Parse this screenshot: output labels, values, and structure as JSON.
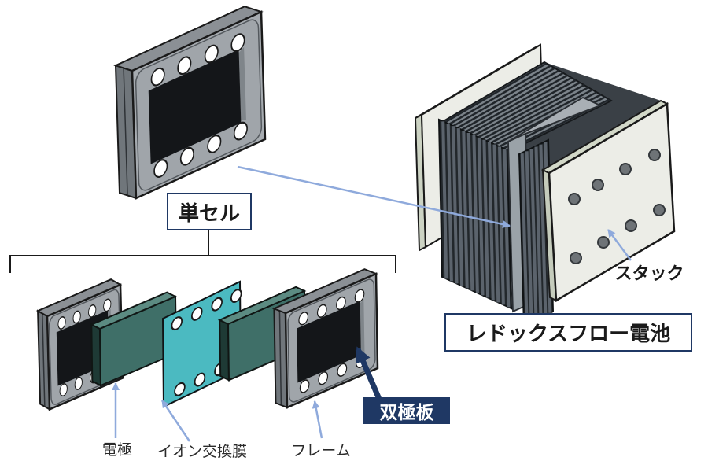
{
  "diagram": {
    "title_context": "Redox flow battery structure diagram",
    "labels": {
      "single_cell": "単セル",
      "battery": "レドックスフロー電池",
      "bipolar_plate": "双極板",
      "stack": "スタック",
      "electrode": "電極",
      "membrane": "イオン交換膜",
      "frame": "フレーム"
    },
    "colors": {
      "accent_navy": "#1f3864",
      "arrow_blue": "#8faadc",
      "membrane_teal": "#4bbac1",
      "electrode_teal": "#3f6f68",
      "frame_gray": "#a6abb0",
      "end_plate_cream": "#ecede7",
      "fin_gray": "#5a626b",
      "window_black": "#141619"
    }
  }
}
